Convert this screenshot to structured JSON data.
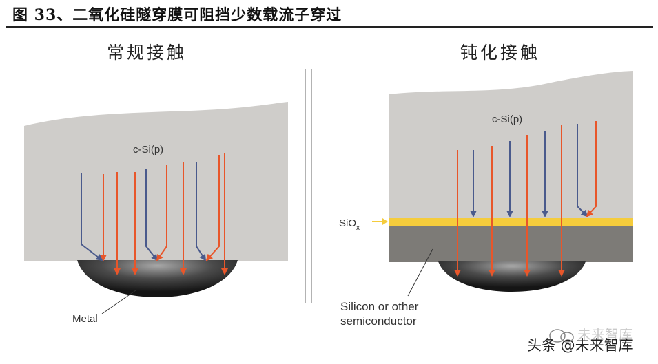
{
  "figure": {
    "title": "图 33、二氧化硅隧穿膜可阻挡少数载流子穿过"
  },
  "left_panel": {
    "title": "常规接触",
    "bulk_label": "c-Si(p)",
    "contact_label": "Metal"
  },
  "right_panel": {
    "title": "钝化接触",
    "bulk_label": "c-Si(p)",
    "oxide_label_main": "SiO",
    "oxide_label_sub": "x",
    "semi_label_line1": "Silicon or other",
    "semi_label_line2": "semiconductor"
  },
  "watermark": {
    "text": "头条 @未来智库",
    "ghost_text": "未来智库"
  },
  "colors": {
    "silicon": "#cfcdca",
    "oxide": "#f5cc3c",
    "semiconductor": "#7d7b77",
    "metal_dark": "#1e1e1e",
    "metal_light": "#9a9a9a",
    "majority_arrow": "#e8562a",
    "minority_arrow": "#4a5a8c"
  }
}
